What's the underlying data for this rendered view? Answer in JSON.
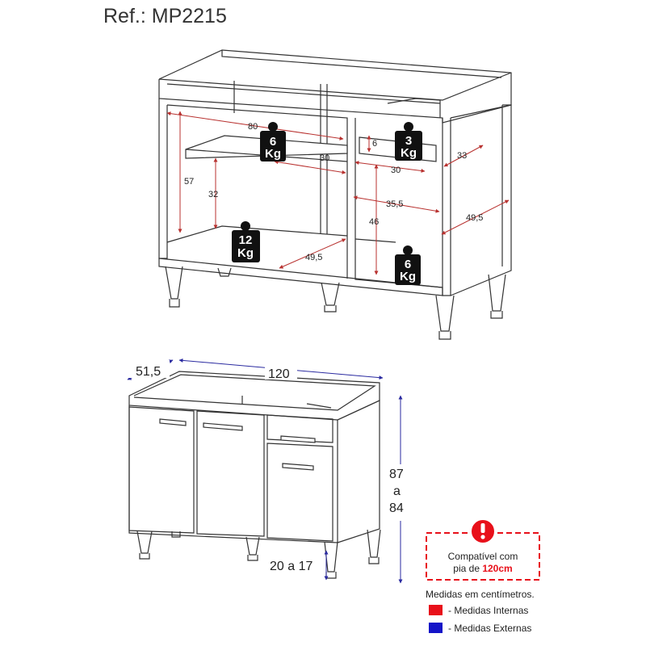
{
  "ref": "Ref.: MP2215",
  "internal": {
    "w80": "80",
    "w6": "6",
    "w30a": "30",
    "w30b": "30",
    "w33": "33",
    "h57": "57",
    "h32": "32",
    "d35_5": "35,5",
    "h46": "46",
    "d49_5a": "49,5",
    "d49_5b": "49,5"
  },
  "weights": {
    "top_left": {
      "value": "6",
      "unit": "Kg"
    },
    "top_right": {
      "value": "3",
      "unit": "Kg"
    },
    "bottom_left": {
      "value": "12",
      "unit": "Kg"
    },
    "bottom_right": {
      "value": "6",
      "unit": "Kg"
    }
  },
  "external": {
    "depth": "51,5",
    "width": "120",
    "height_top": "87",
    "height_mid": "a",
    "height_bottom": "84",
    "feet": "20 a 17"
  },
  "compat": {
    "line1": "Compatível com",
    "line2_prefix": "pia de ",
    "line2_bold": "120cm"
  },
  "legend": {
    "title": "Medidas em centímetros.",
    "internal": "- Medidas Internas",
    "external": "- Medidas Externas",
    "internal_color": "#e8101a",
    "external_color": "#1414c8"
  },
  "colors": {
    "internal_dim": "#b8312f",
    "external_dim": "#2a2aa0"
  }
}
